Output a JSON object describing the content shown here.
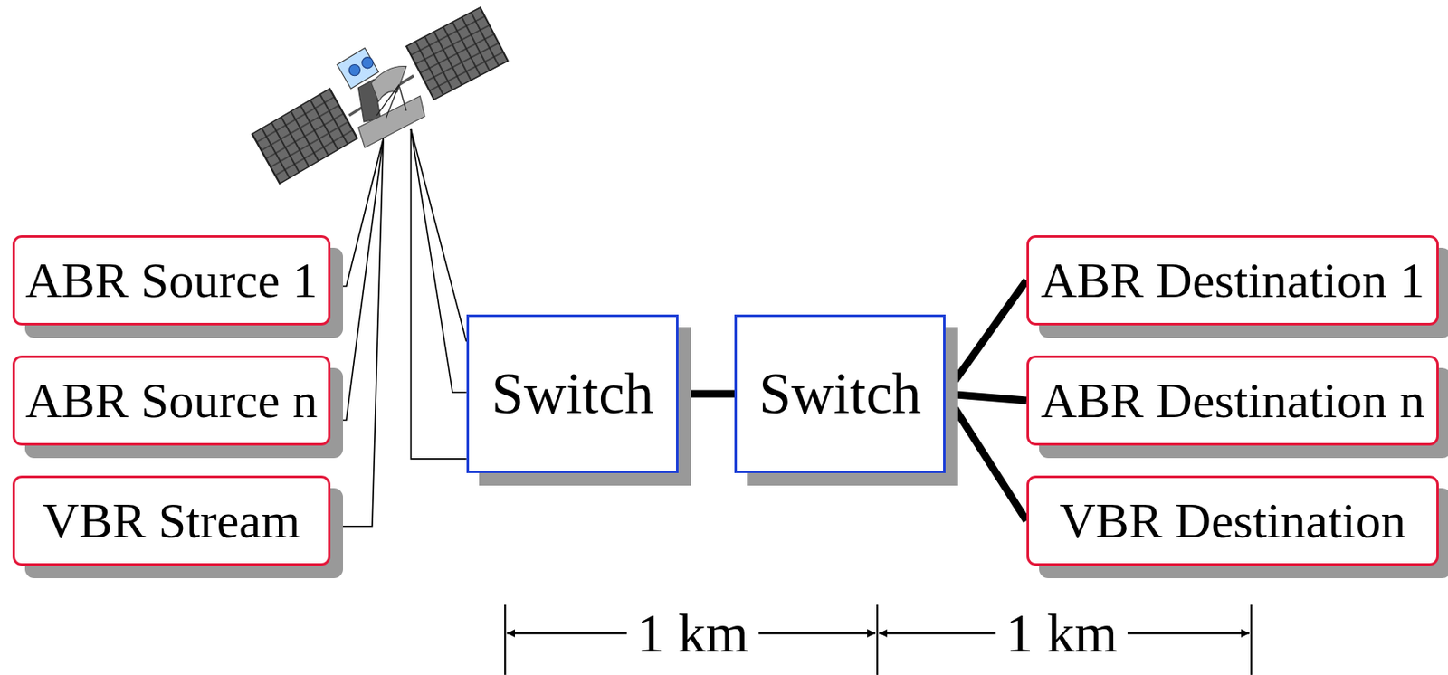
{
  "diagram": {
    "nodes": [
      {
        "text": [
          "ABR Source 1"
        ]
      },
      {
        "text": [
          "ABR Source n"
        ]
      },
      {
        "text": [
          "VBR Stream"
        ]
      },
      {
        "text": [
          "Switch"
        ]
      },
      {
        "text": [
          "Switch"
        ]
      },
      {
        "text": [
          "ABR Destination 1"
        ]
      },
      {
        "text": [
          "ABR Destination n"
        ]
      },
      {
        "text": [
          "VBR Destination"
        ]
      }
    ],
    "edges": [
      {
        "from": 3,
        "to": 4,
        "arrow": "none"
      },
      {
        "from": 4,
        "to": 5,
        "arrow": "none"
      },
      {
        "from": 4,
        "to": 6,
        "arrow": "none"
      },
      {
        "from": 4,
        "to": 7,
        "arrow": "none"
      }
    ],
    "labels": [
      "1 km",
      "1 km"
    ]
  }
}
